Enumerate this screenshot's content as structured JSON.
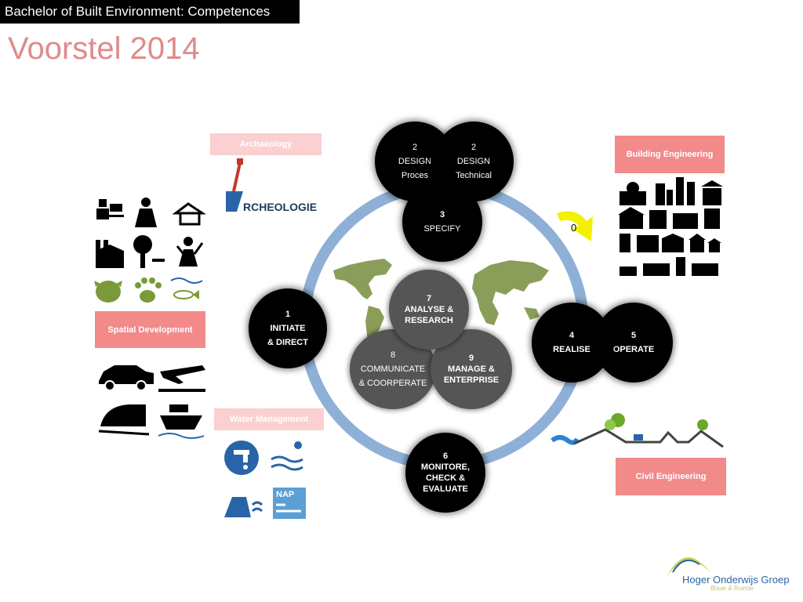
{
  "header": {
    "banner": "Bachelor of Built Environment: Competences",
    "title": "Voorstel 2014"
  },
  "tags": {
    "archaeology": "Archaeology",
    "building": "Building Engineering",
    "spatial": "Spatial Development",
    "water": "Water Management",
    "civil": "Civil Engineering"
  },
  "archeologie_logo": "RCHEOLOGIE",
  "nap_label": "NAP",
  "arrow_label": "0",
  "steps": {
    "design_proces": {
      "num": "2",
      "line1": "DESIGN",
      "line2": "Proces"
    },
    "design_technical": {
      "num": "2",
      "line1": "DESIGN",
      "line2": "Technical"
    },
    "specify": {
      "num": "3",
      "line1": "SPECIFY"
    },
    "initiate": {
      "num": "1",
      "line1": "INITIATE",
      "line2": "& DIRECT"
    },
    "realise": {
      "num": "4",
      "line1": "REALISE"
    },
    "operate": {
      "num": "5",
      "line1": "OPERATE"
    },
    "monitore": {
      "num": "6",
      "line1": "MONITORE,",
      "line2": "CHECK &",
      "line3": "EVALUATE"
    },
    "analyse": {
      "num": "7",
      "line1": "ANALYSE &",
      "line2": "RESEARCH"
    },
    "communicate": {
      "num": "8",
      "line1": "COMMUNICATE",
      "line2": "&  COORPERATE"
    },
    "manage": {
      "num": "9",
      "line1": "MANAGE &",
      "line2": "ENTERPRISE"
    }
  },
  "logo": {
    "name": "Hoger Onderwijs Groep",
    "sub": "Bouw & Ruimte"
  },
  "colors": {
    "ring": "#8fb0d6",
    "tag_strong": "#f28a8a",
    "tag_light": "#fbd0d0",
    "title": "#e08a8a",
    "map": "#8a9e5a"
  }
}
